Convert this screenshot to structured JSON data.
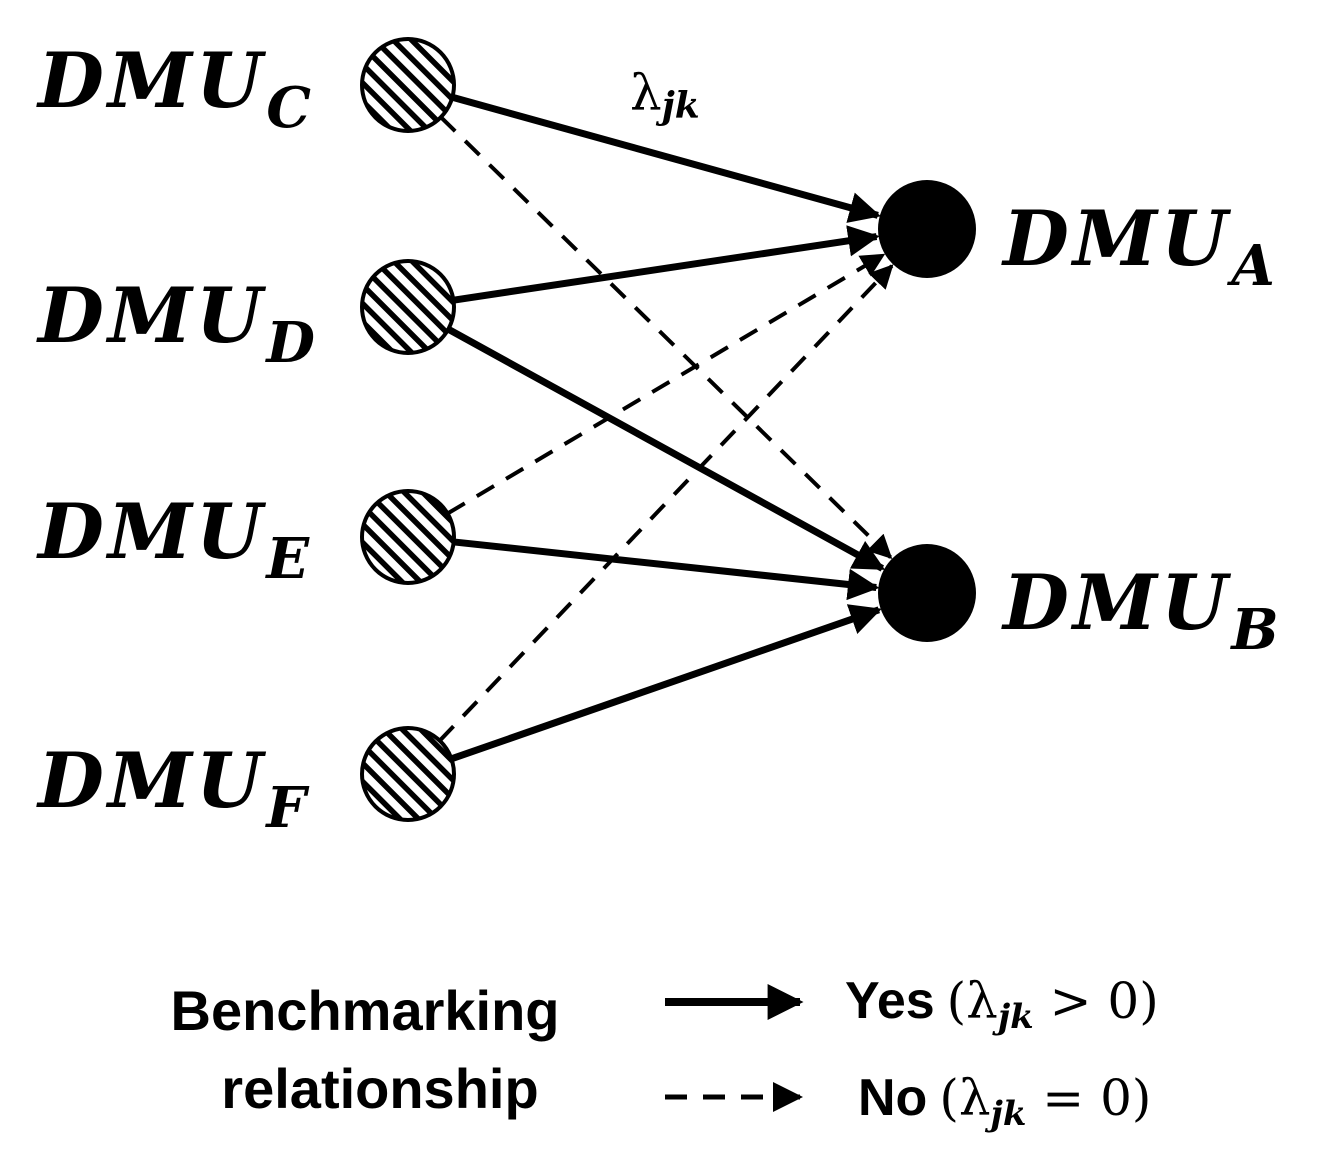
{
  "nodes": {
    "C": {
      "main": "DMU",
      "sub": "C"
    },
    "D": {
      "main": "DMU",
      "sub": "D"
    },
    "E": {
      "main": "DMU",
      "sub": "E"
    },
    "F": {
      "main": "DMU",
      "sub": "F"
    },
    "A": {
      "main": "DMU",
      "sub": "A"
    },
    "B": {
      "main": "DMU",
      "sub": "B"
    }
  },
  "edge_label": {
    "symbol": "λ",
    "sub": "jk"
  },
  "legend": {
    "title_line1": "Benchmarking",
    "title_line2": "relationship",
    "yes": {
      "word": "Yes",
      "open": "(",
      "symbol": "λ",
      "sub": "jk",
      "relation": " > 0",
      "close": ")"
    },
    "no": {
      "word": "No",
      "open": "(",
      "symbol": "λ",
      "sub": "jk",
      "relation": " = 0",
      "close": ")"
    }
  },
  "edges": [
    {
      "from": "C",
      "to": "A",
      "style": "solid"
    },
    {
      "from": "C",
      "to": "B",
      "style": "dashed"
    },
    {
      "from": "D",
      "to": "A",
      "style": "solid"
    },
    {
      "from": "D",
      "to": "B",
      "style": "solid"
    },
    {
      "from": "E",
      "to": "A",
      "style": "dashed"
    },
    {
      "from": "E",
      "to": "B",
      "style": "solid"
    },
    {
      "from": "F",
      "to": "A",
      "style": "dashed"
    },
    {
      "from": "F",
      "to": "B",
      "style": "solid"
    }
  ]
}
